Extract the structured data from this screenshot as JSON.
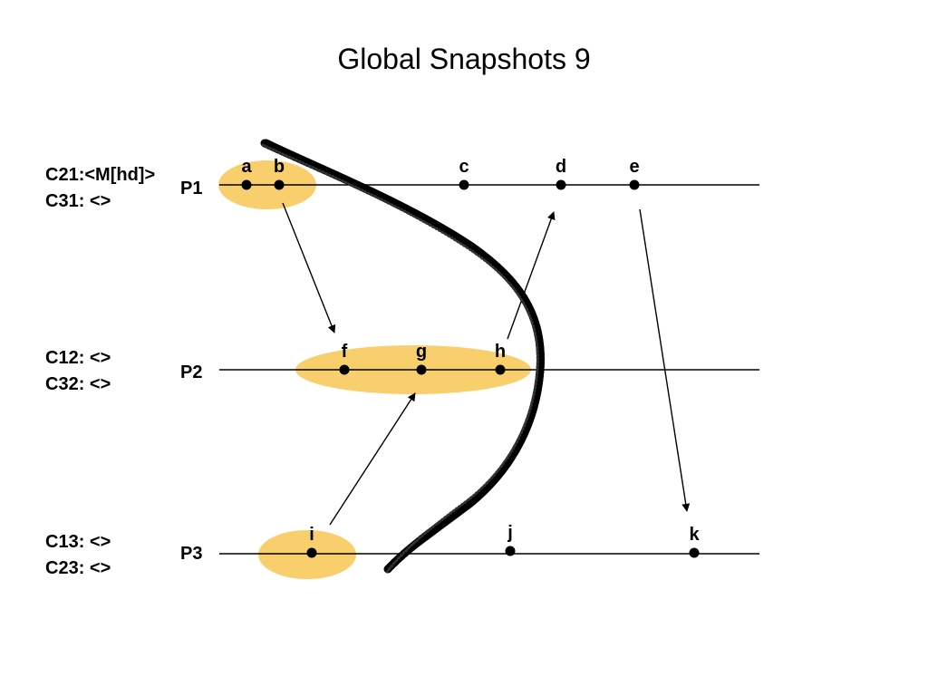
{
  "title": "Global Snapshots 9",
  "colors": {
    "line": "#000000",
    "highlight": "#f9cf6e",
    "cut": "#111111"
  },
  "processes": [
    {
      "id": "P1",
      "label": "P1",
      "channels": [
        "C21:<M[hd]>",
        "C31: <>"
      ]
    },
    {
      "id": "P2",
      "label": "P2",
      "channels": [
        "C12: <>",
        "C32: <>"
      ]
    },
    {
      "id": "P3",
      "label": "P3",
      "channels": [
        "C13: <>",
        "C23: <>"
      ]
    }
  ],
  "events": [
    {
      "id": "a",
      "label": "a",
      "process": "P1"
    },
    {
      "id": "b",
      "label": "b",
      "process": "P1"
    },
    {
      "id": "c",
      "label": "c",
      "process": "P1"
    },
    {
      "id": "d",
      "label": "d",
      "process": "P1"
    },
    {
      "id": "e",
      "label": "e",
      "process": "P1"
    },
    {
      "id": "f",
      "label": "f",
      "process": "P2"
    },
    {
      "id": "g",
      "label": "g",
      "process": "P2"
    },
    {
      "id": "h",
      "label": "h",
      "process": "P2"
    },
    {
      "id": "i",
      "label": "i",
      "process": "P3"
    },
    {
      "id": "j",
      "label": "j",
      "process": "P3"
    },
    {
      "id": "k",
      "label": "k",
      "process": "P3"
    }
  ],
  "messages": [
    {
      "from": "b",
      "to": "f"
    },
    {
      "from": "h",
      "to": "d"
    },
    {
      "from": "e",
      "to": "k"
    },
    {
      "from": "i",
      "to": "g"
    }
  ]
}
